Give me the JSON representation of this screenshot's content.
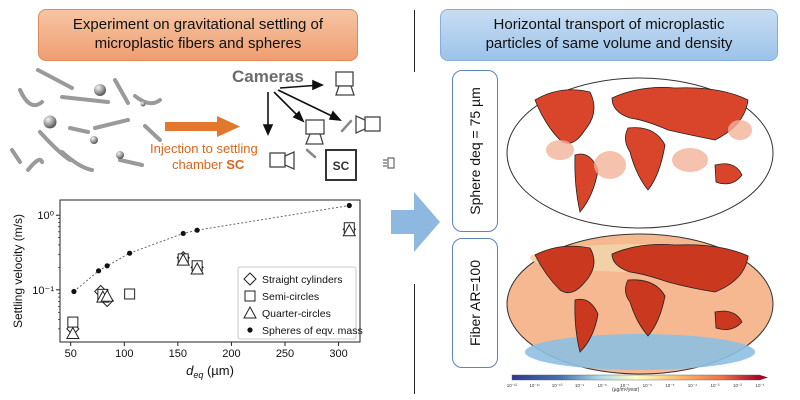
{
  "left_panel": {
    "title_line1": "Experiment on gravitational settling of",
    "title_line2": "microplastic fibers and spheres",
    "cameras_label": "Cameras",
    "injection_line1": "Injection to settling",
    "injection_line2_prefix": "chamber ",
    "injection_line2_bold": "SC",
    "sc_box_label": "SC"
  },
  "right_panel": {
    "title_line1": "Horizontal transport of microplastic",
    "title_line2": "particles of same volume and density",
    "sphere_label": "Sphere deq = 75 µm",
    "fiber_label": "Fiber AR=100",
    "colorbar_ticks": [
      "10⁻¹²",
      "10⁻¹¹",
      "10⁻¹⁰",
      "10⁻⁹",
      "10⁻⁸",
      "10⁻⁷",
      "10⁻⁶",
      "10⁻⁵",
      "10⁻⁴",
      "10⁻³",
      "10⁻²",
      "10⁻¹"
    ],
    "colorbar_unit": "(µg/m²/year)"
  },
  "colors": {
    "orange_banner": "#ef9e70",
    "blue_banner": "#9cc3ea",
    "arrow_orange": "#e2772e",
    "arrow_blue": "#8fb8e0",
    "injection_text": "#d9661c"
  },
  "chart_data": {
    "type": "scatter",
    "title": "",
    "xlabel_main": "d",
    "xlabel_sub": "eq",
    "xlabel_unit": " (µm)",
    "ylabel": "Settling velocity (m/s)",
    "x_ticks": [
      "50",
      "100",
      "150",
      "200",
      "250",
      "300"
    ],
    "y_ticks": [
      "10⁻¹",
      "10⁰"
    ],
    "xlim": [
      40,
      320
    ],
    "ylim": [
      0.02,
      1.6
    ],
    "log_y": true,
    "grid": false,
    "legend_position": "bottom-right",
    "series": [
      {
        "name": "Straight cylinders",
        "marker": "diamond",
        "points": [
          [
            52,
            0.03
          ],
          [
            78,
            0.095
          ],
          [
            84,
            0.072
          ],
          [
            155,
            0.27
          ],
          [
            168,
            0.2
          ],
          [
            310,
            0.65
          ]
        ]
      },
      {
        "name": "Semi-circles",
        "marker": "square",
        "points": [
          [
            52,
            0.037
          ],
          [
            80,
            0.087
          ],
          [
            105,
            0.088
          ],
          [
            155,
            0.26
          ],
          [
            168,
            0.21
          ],
          [
            310,
            0.68
          ]
        ]
      },
      {
        "name": "Quarter-circles",
        "marker": "triangle",
        "points": [
          [
            52,
            0.026
          ],
          [
            80,
            0.08
          ],
          [
            84,
            0.082
          ],
          [
            155,
            0.25
          ],
          [
            168,
            0.19
          ],
          [
            310,
            0.62
          ]
        ]
      },
      {
        "name": "Spheres of eqv. mass",
        "marker": "dot",
        "points": [
          [
            53,
            0.095
          ],
          [
            76,
            0.18
          ],
          [
            84,
            0.21
          ],
          [
            105,
            0.31
          ],
          [
            155,
            0.57
          ],
          [
            168,
            0.63
          ],
          [
            310,
            1.35
          ]
        ]
      }
    ],
    "trend_points": [
      [
        53,
        0.095
      ],
      [
        76,
        0.18
      ],
      [
        105,
        0.31
      ],
      [
        155,
        0.57
      ],
      [
        168,
        0.63
      ],
      [
        310,
        1.35
      ]
    ]
  }
}
